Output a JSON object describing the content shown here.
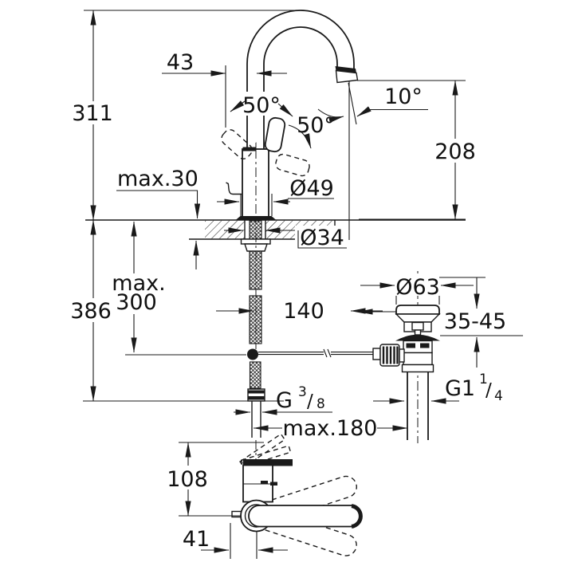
{
  "drawing": {
    "type": "faucet-installation-dimension-drawing",
    "line_color": "#1a1a1a",
    "background": "#ffffff",
    "labels": {
      "total_height": "311",
      "spout_offset": "43",
      "swivel_left": "50°",
      "swivel_right": "50°",
      "spout_angle": "10°",
      "spout_height": "208",
      "deck_max": "max.30",
      "body_dia": "Ø49",
      "hole_dia": "Ø34",
      "below_height": "386",
      "hose_max_line1": "max.",
      "hose_max_line2": "300",
      "reach": "140",
      "flange_dia": "Ø63",
      "clamp_range": "35-45",
      "supply_thread": {
        "prefix": "G",
        "num": "3",
        "slash": "/",
        "den": "8"
      },
      "drain_thread": {
        "prefix": "G1",
        "num": "1",
        "slash": "/",
        "den": "4"
      },
      "rod_max": "max.180",
      "handle_height": "108",
      "handle_offset": "41"
    }
  }
}
